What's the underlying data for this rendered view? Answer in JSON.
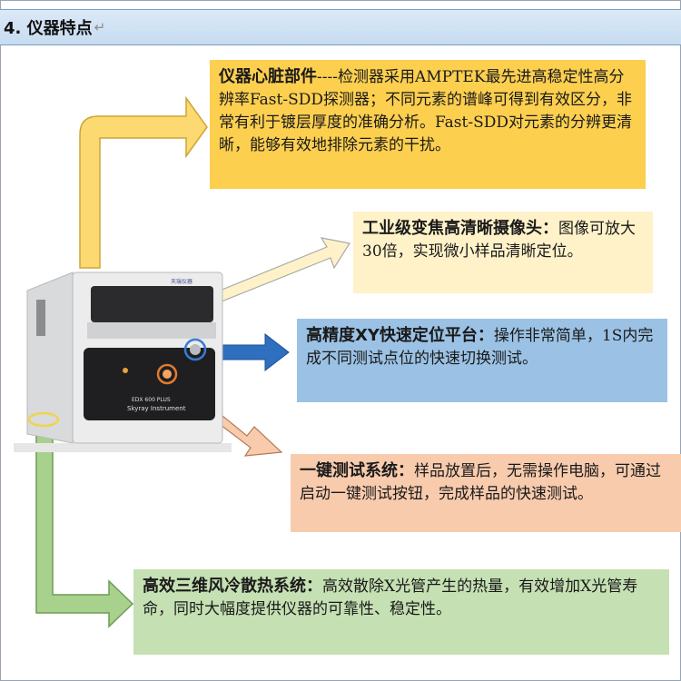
{
  "header": {
    "title": "4. 仪器特点",
    "return_mark": "↵"
  },
  "instrument": {
    "model_label": "EDX 600 PLUS",
    "brand_label": "Skyray Instrument",
    "logo_text": "天瑞仪器"
  },
  "callouts": {
    "detector": {
      "head": "仪器心脏部件",
      "body": "----检测器采用AMPTEK最先进高稳定性高分辨率Fast-SDD探测器；不同元素的谱峰可得到有效区分，非常有利于镀层厚度的准确分析。Fast-SDD对元素的分辨更清晰，能够有效地排除元素的干扰。"
    },
    "camera": {
      "head": "工业级变焦高清晰摄像头：",
      "body": "图像可放大30倍，实现微小样品清晰定位。"
    },
    "platform": {
      "head": "高精度XY快速定位平台：",
      "body": "操作非常简单，1S内完成不同测试点位的快速切换测试。"
    },
    "onekey": {
      "head": "一键测试系统：",
      "body": "样品放置后，无需操作电脑，可通过启动一键测试按钮，完成样品的快速测试。"
    },
    "cooling": {
      "head": "高效三维风冷散热系统：",
      "body": "高效散除X光管产生的热量，有效增加X光管寿命，同时大幅度提供仪器的可靠性、稳定性。"
    }
  },
  "colors": {
    "detector": "#fccf4f",
    "camera": "#fff2c9",
    "platform": "#9bc2e5",
    "onekey": "#f8cbad",
    "cooling": "#c5e0b3",
    "platform_arrow": "#2e6fc0",
    "title_bar": "#c7dcf1"
  }
}
